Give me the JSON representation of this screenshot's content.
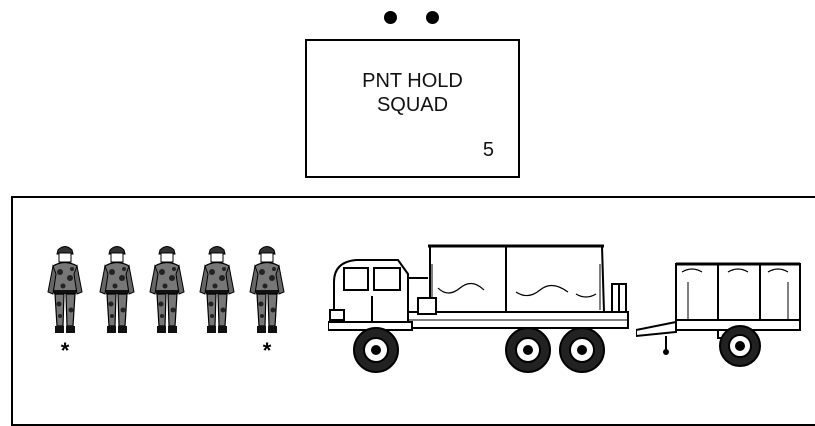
{
  "unit": {
    "symbol_dots": 2,
    "name": "PNT HOLD\nSQUAD",
    "size": "5"
  },
  "element": {
    "soldiers": [
      {
        "marked": true,
        "mark": "*"
      },
      {
        "marked": false,
        "mark": ""
      },
      {
        "marked": false,
        "mark": ""
      },
      {
        "marked": false,
        "mark": ""
      },
      {
        "marked": true,
        "mark": "*"
      }
    ],
    "vehicles": [
      "cargo-truck-icon",
      "cargo-trailer-icon"
    ]
  }
}
